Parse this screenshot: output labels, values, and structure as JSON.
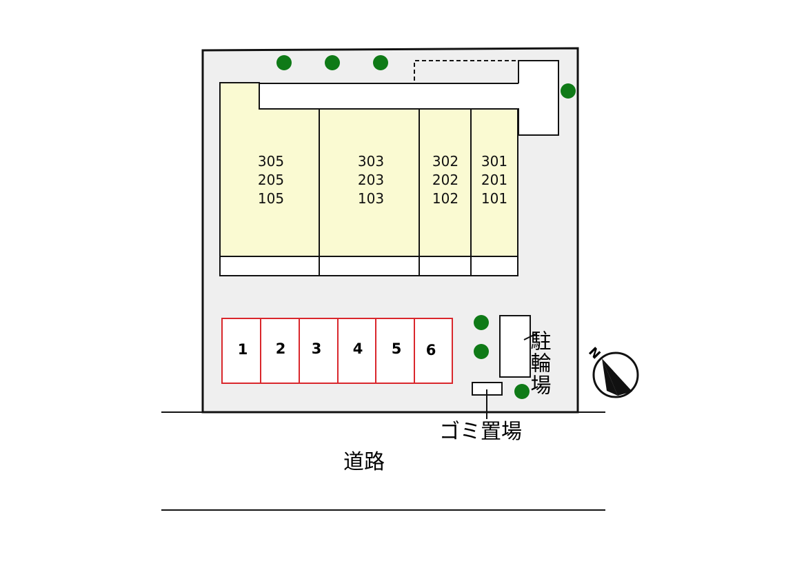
{
  "colors": {
    "lot": "#efefef",
    "building": "#fafad2",
    "tree": "#0f7a17",
    "parking_border": "#d9262b",
    "line": "#111111"
  },
  "buildings": [
    {
      "rooms": [
        "305",
        "205",
        "105"
      ]
    },
    {
      "rooms": [
        "303",
        "203",
        "103"
      ]
    },
    {
      "rooms": [
        "302",
        "202",
        "102"
      ]
    },
    {
      "rooms": [
        "301",
        "201",
        "101"
      ]
    }
  ],
  "parking": {
    "slots": [
      "1",
      "2",
      "3",
      "4",
      "5",
      "6"
    ]
  },
  "labels": {
    "bicycle_parking": "駐輪場",
    "garbage_area": "ゴミ置場",
    "road": "道路",
    "north": "N"
  }
}
